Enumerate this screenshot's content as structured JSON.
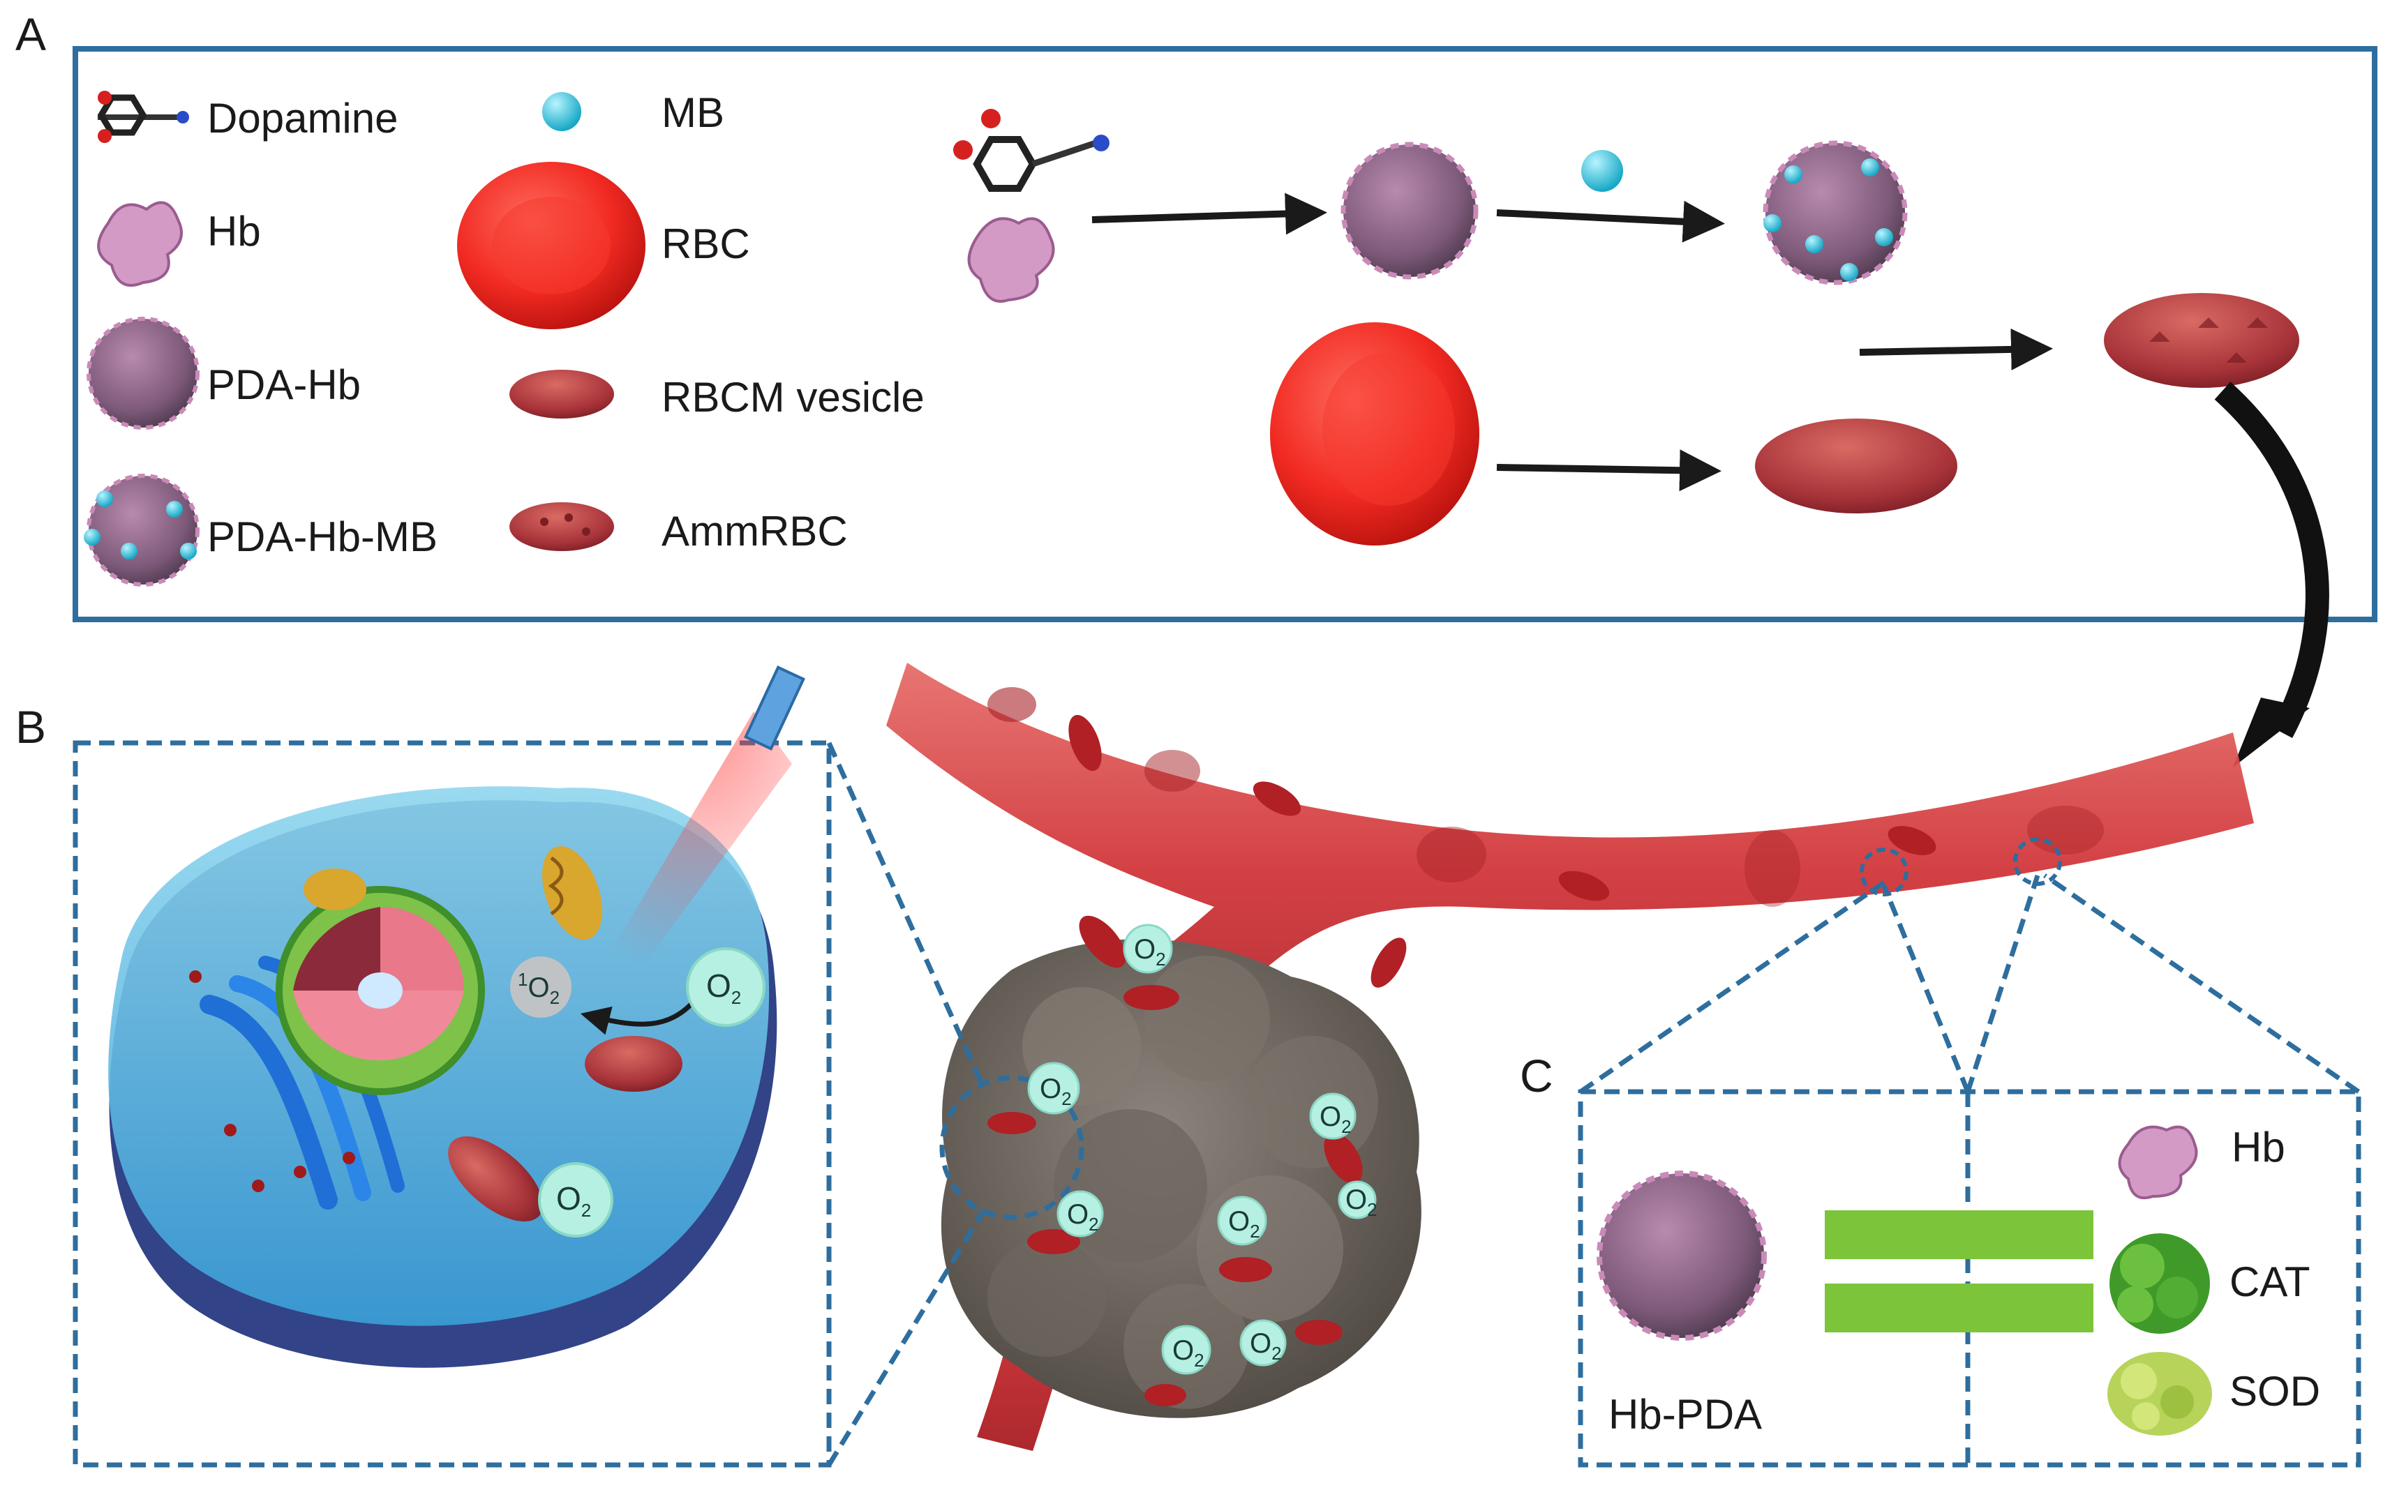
{
  "panels": {
    "a": "A",
    "b": "B",
    "c": "C"
  },
  "legend": {
    "dopamine": "Dopamine",
    "mb": "MB",
    "hb": "Hb",
    "rbc": "RBC",
    "pda_hb": "PDA-Hb",
    "rbcm_vesicle": "RBCM vesicle",
    "pda_hb_mb": "PDA-Hb-MB",
    "ammrbc": "AmmRBC"
  },
  "oxygen": {
    "o": "O",
    "sub": "2",
    "singlet_sup": "1"
  },
  "panel_c": {
    "hb_pda": "Hb-PDA",
    "hb": "Hb",
    "cat": "CAT",
    "sod": "SOD"
  },
  "colors": {
    "frame_blue": "#2e6e9e",
    "rbc_red": "#ee2a24",
    "vessel_red": "#d43a3a",
    "tumor": "#6e6660",
    "equals_green": "#7cc43a",
    "hb_pink": "#c98ab8",
    "o2_bubble": "#b6f0e2"
  }
}
